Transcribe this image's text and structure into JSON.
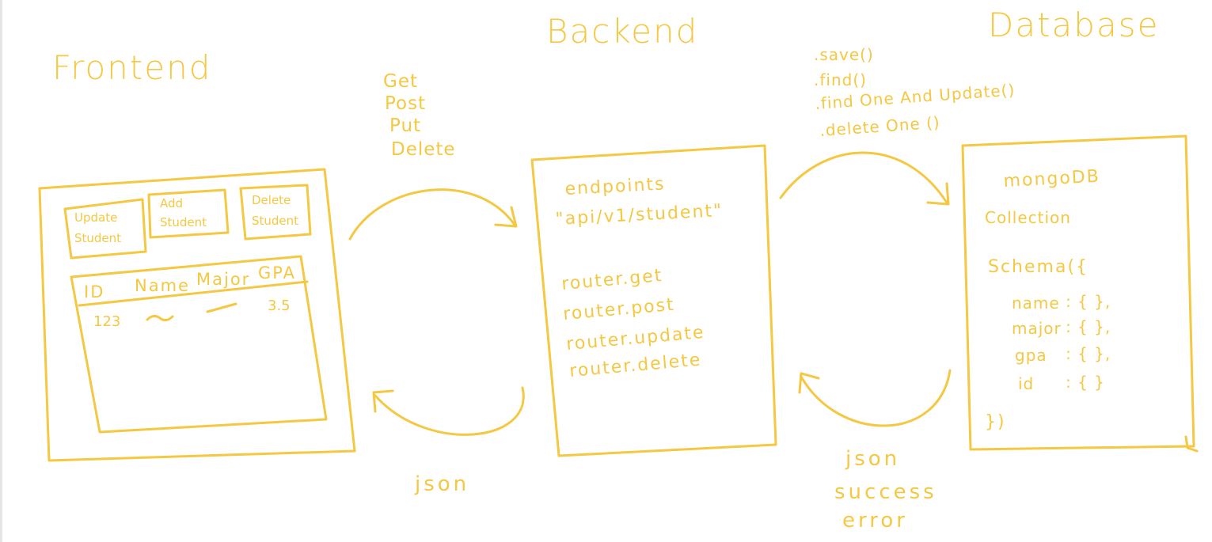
{
  "titles": {
    "frontend": "Frontend",
    "backend": "Backend",
    "database": "Database"
  },
  "http_methods": [
    "Get",
    "Post",
    "Put",
    "Delete"
  ],
  "db_methods": [
    ".save()",
    ".find()",
    ".find One And Update()",
    ".delete One ()"
  ],
  "frontend": {
    "buttons": [
      {
        "line1": "Update",
        "line2": "Student"
      },
      {
        "line1": "Add",
        "line2": "Student"
      },
      {
        "line1": "Delete",
        "line2": "Student"
      }
    ],
    "table": {
      "headers": [
        "ID",
        "Name",
        "Major",
        "GPA"
      ],
      "row": [
        "123",
        "",
        "",
        "3.5"
      ]
    }
  },
  "backend": {
    "endpoints_label": "endpoints",
    "endpoint_path": "\"api/v1/student\"",
    "routes": [
      "router.get",
      "router.post",
      "router.update",
      "router.delete"
    ]
  },
  "database": {
    "name": "mongoDB",
    "collection": "Collection",
    "schema_open": "Schema({",
    "fields": [
      {
        "key": "name",
        "value": ": {  },"
      },
      {
        "key": "major",
        "value": ": {  },"
      },
      {
        "key": "gpa",
        "value": ": {  },"
      },
      {
        "key": "id",
        "value": ": {  }"
      }
    ],
    "schema_close": "})"
  },
  "responses": {
    "frontend_backend": "json",
    "backend_db": [
      "json",
      "success",
      "error"
    ]
  },
  "colors": {
    "ink": "#f4c842",
    "background": "#ffffff"
  }
}
